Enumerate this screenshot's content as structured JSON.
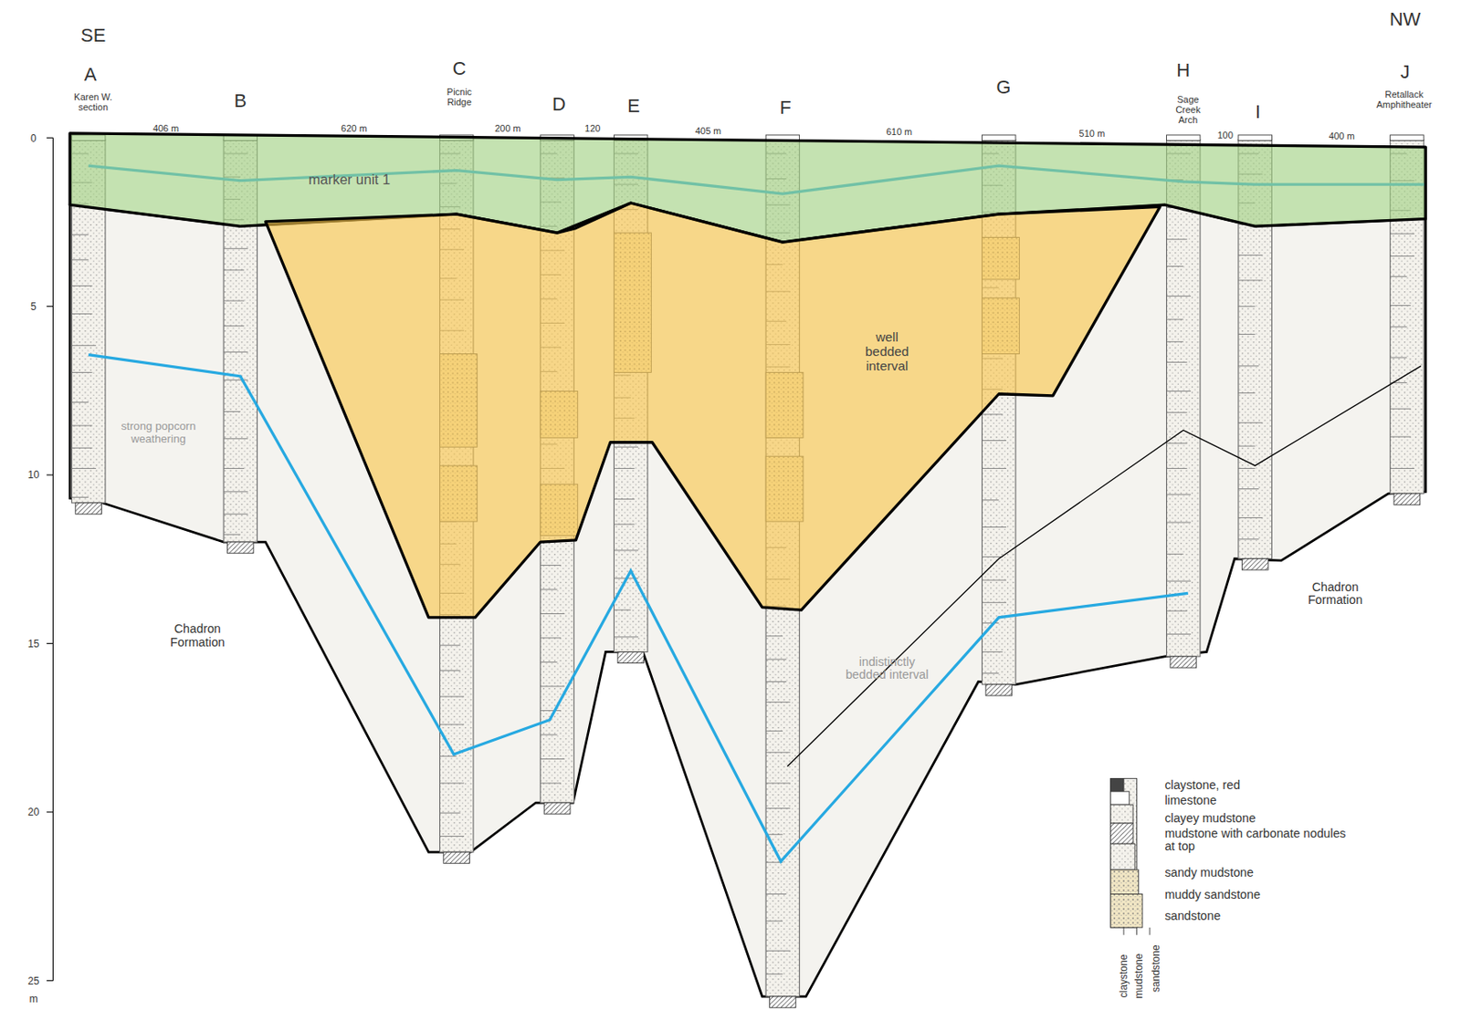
{
  "diagram": {
    "nodes": [
      {
        "text": [
          "marker unit 1"
        ]
      },
      {
        "text": [
          "well bedded interval"
        ]
      }
    ],
    "labels": [
      "SE",
      "NW",
      "A",
      "B",
      "C",
      "D",
      "E",
      "F",
      "G",
      "H",
      "I",
      "J",
      "Karen W. section",
      "Picnic Ridge",
      "Sage Creek Arch",
      "Retallack Amphitheater",
      "406 m",
      "620 m",
      "200 m",
      "120",
      "405 m",
      "610 m",
      "510 m",
      "100",
      "400 m",
      "0",
      "5",
      "10",
      "15",
      "20",
      "25",
      "m",
      "strong popcorn weathering",
      "Chadron Formation",
      "indistinctly bedded interval",
      "Chadron Formation",
      "claystone",
      "mudstone",
      "sandstone"
    ],
    "legend": [
      {
        "text": "claystone, red"
      },
      {
        "text": "limestone"
      },
      {
        "text": "clayey mudstone"
      },
      {
        "text": "mudstone with carbonate nodules at top"
      },
      {
        "text": "sandy mudstone"
      },
      {
        "text": "muddy sandstone"
      },
      {
        "text": "sandstone"
      }
    ]
  }
}
